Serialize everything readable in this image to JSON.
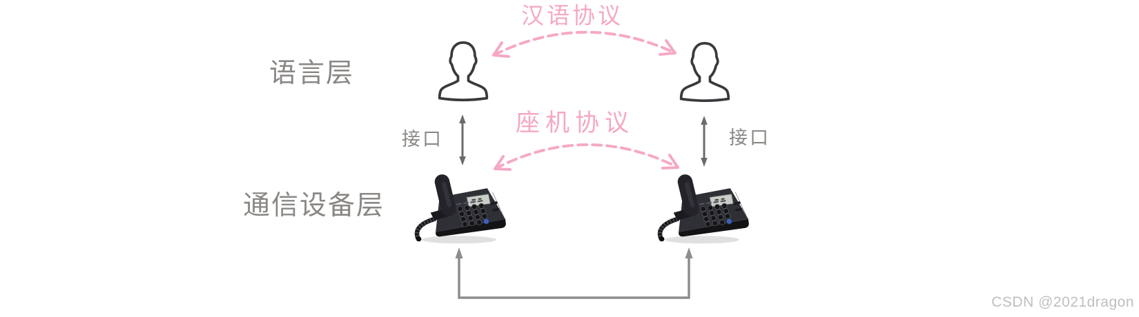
{
  "diagram": {
    "top_protocol_label": "汉语协议",
    "bottom_protocol_label": "座机协议",
    "language_layer_label": "语言层",
    "device_layer_label": "通信设备层",
    "interface_left_label": "接口",
    "interface_right_label": "接口"
  },
  "icons": {
    "person": "person-silhouette-icon",
    "phone": "desk-telephone-image",
    "protocol_arrow": "pink-dashed-curved-double-arrow",
    "interface_arrow": "gray-vertical-double-arrow",
    "physical_link": "u-shaped-connector-arrow"
  },
  "colors": {
    "protocol_pink": "#F5A8C5",
    "layer_label_gray": "#8A8784",
    "interface_arrow_gray": "#6B6B6B",
    "connector_gray": "#8D8D8D",
    "person_outline": "#3A3A3E",
    "watermark_gray": "#BFBFBF"
  },
  "watermark": {
    "text": "CSDN @2021dragon"
  }
}
